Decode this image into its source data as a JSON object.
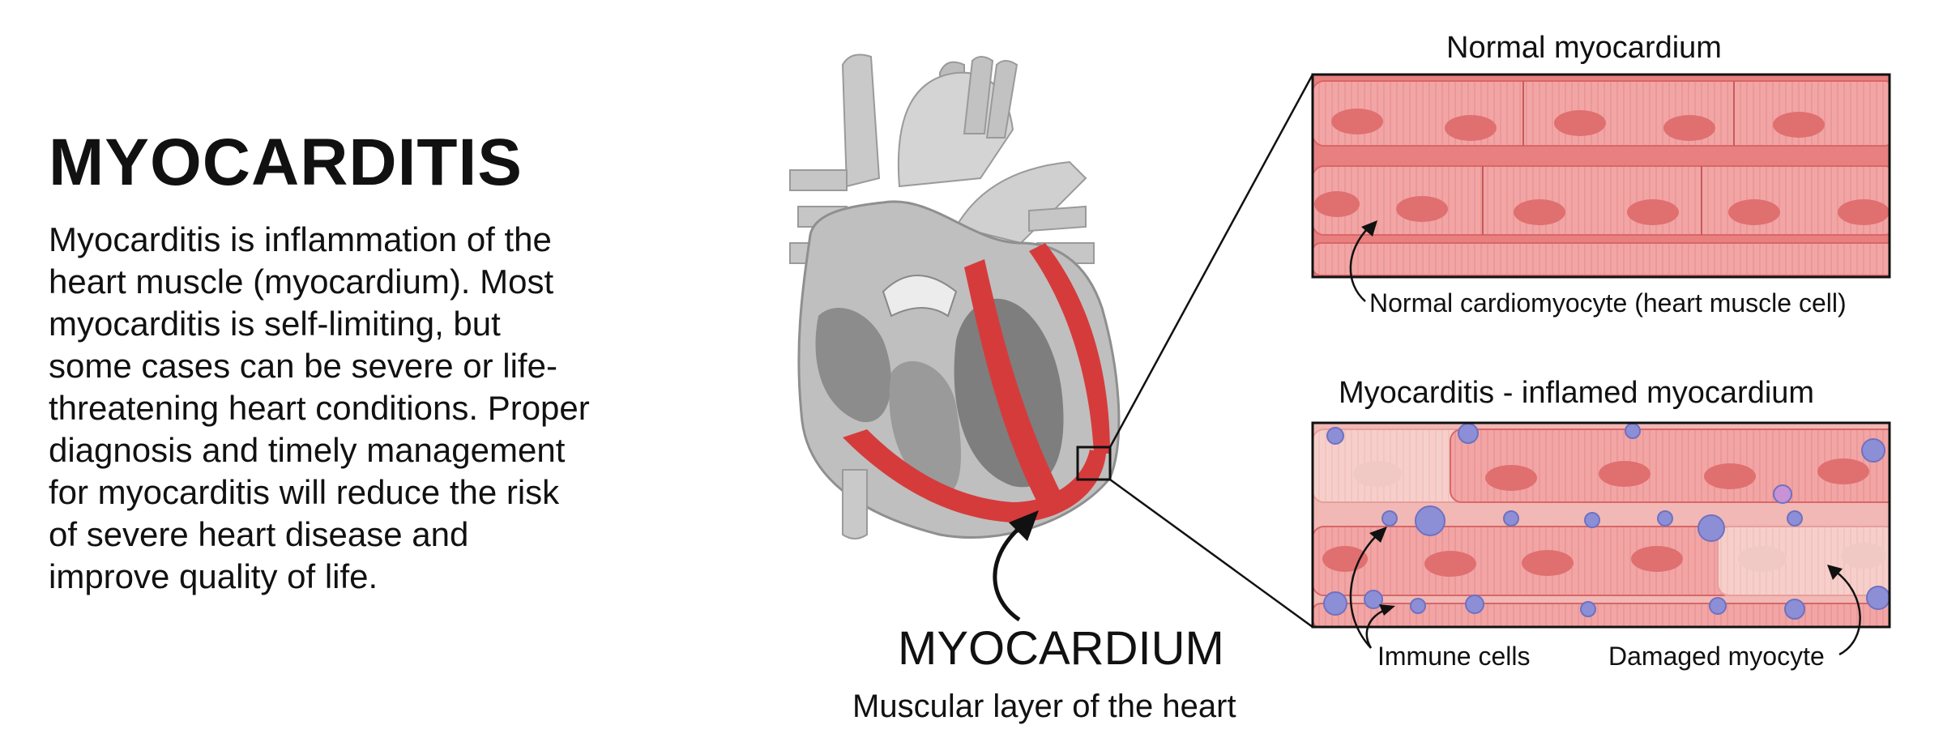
{
  "title": "MYOCARDITIS",
  "body_lines": [
    "Myocarditis is inflammation of the",
    "heart muscle (myocardium). Most",
    "myocarditis is self-limiting, but",
    "some cases can be severe or life-",
    "threatening heart conditions. Proper",
    "diagnosis and timely management",
    "for myocarditis will reduce the risk",
    "of severe heart disease and",
    "improve quality of life."
  ],
  "heart": {
    "label": "MYOCARDIUM",
    "sublabel": "Muscular layer of the heart"
  },
  "panels": {
    "normal": {
      "title": "Normal myocardium",
      "annotation": "Normal cardiomyocyte (heart muscle cell)"
    },
    "inflamed": {
      "title": "Myocarditis - inflamed myocardium",
      "annotation_immune": "Immune cells",
      "annotation_damaged": "Damaged myocyte"
    }
  },
  "colors": {
    "muscle_red": "#d63b3b",
    "tissue_pink": "#f0a3a3",
    "nucleus": "#e06f70",
    "immune_cell": "#8d8fd6",
    "heart_gray": "#c8c8c8"
  }
}
